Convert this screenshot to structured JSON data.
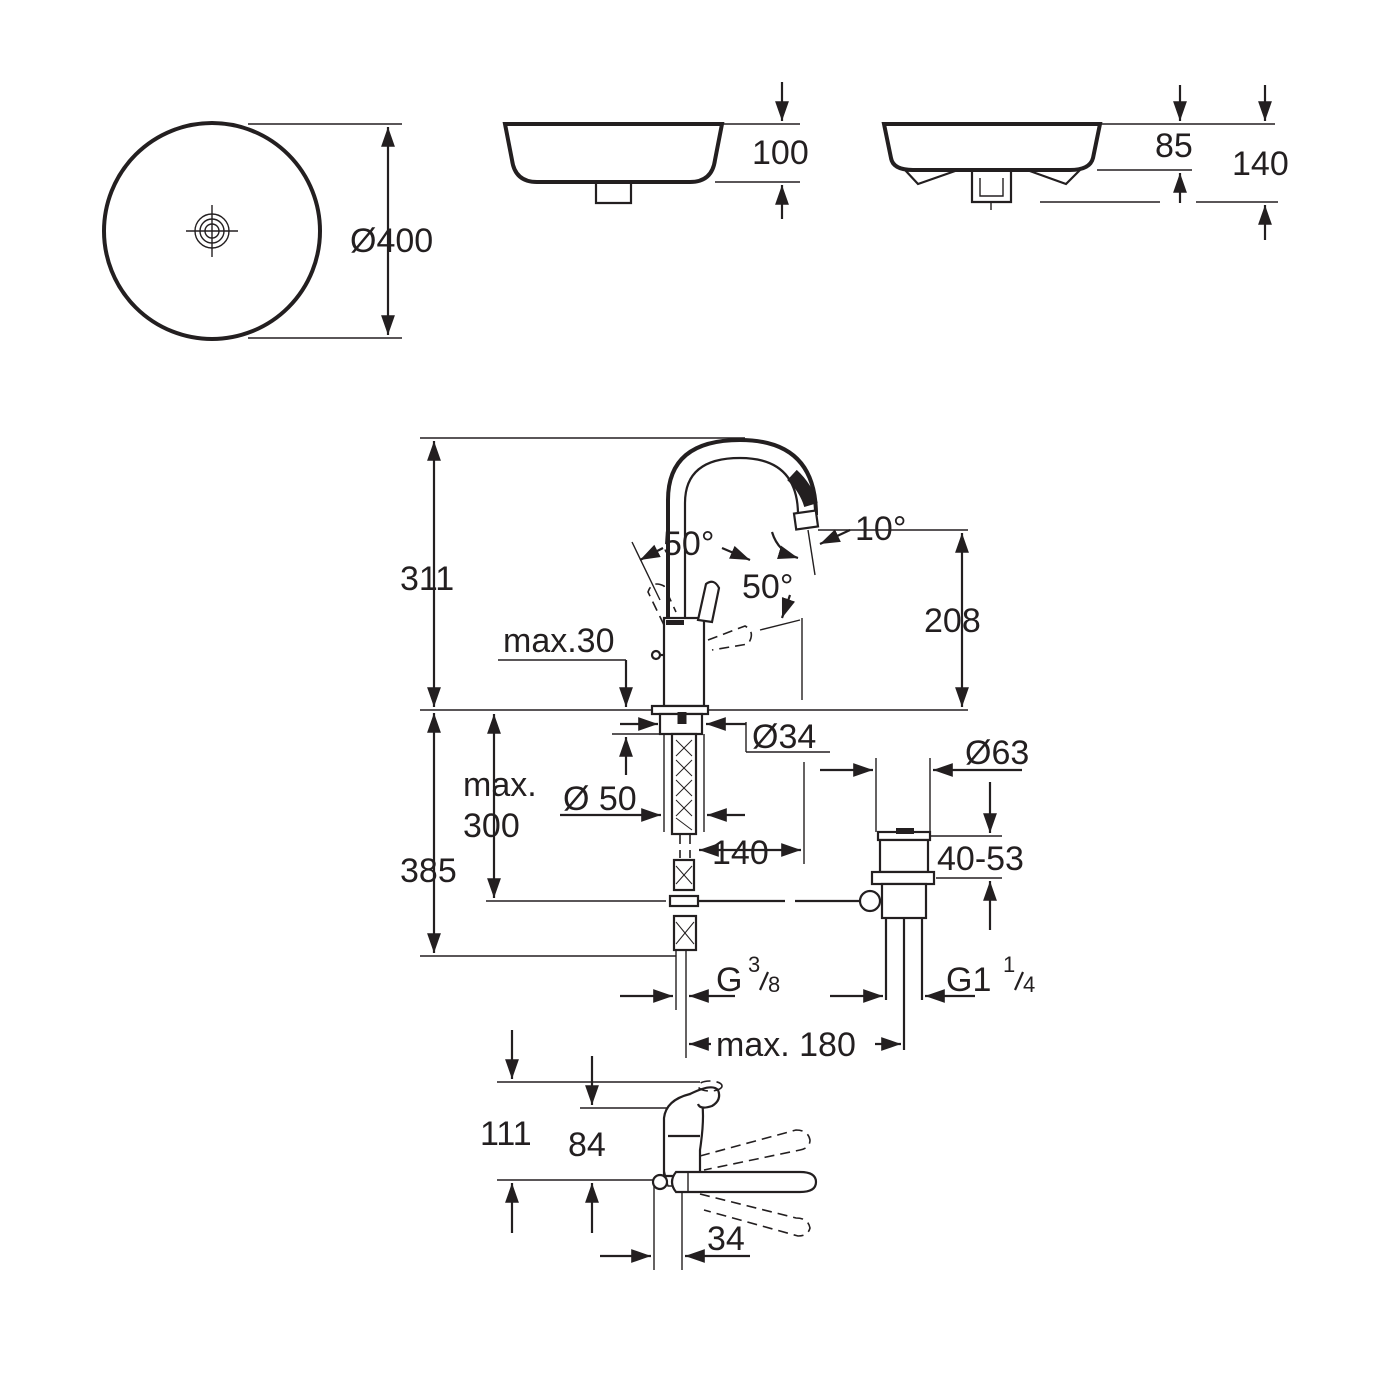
{
  "basin": {
    "diameter": "Ø400",
    "height_front": "100",
    "height_bowl": "85",
    "height_total": "140"
  },
  "tap": {
    "height_total": "311",
    "spout_angle": "10°",
    "lever_angle_left": "50°",
    "lever_angle_right": "50°",
    "spout_height": "208",
    "max_deck": "max.30",
    "hole_diameter": "Ø34",
    "waste_diameter": "Ø63",
    "max_below_line1": "max.",
    "max_below_line2": "300",
    "base_diameter": "Ø 50",
    "spout_reach": "140",
    "waste_range": "40-53",
    "below_height": "385",
    "connection_g": "G",
    "connection_g_num": "3",
    "connection_g_den": "8",
    "connection_g1": "G1",
    "connection_g1_num": "1",
    "connection_g1_den": "4",
    "max_180": "max. 180"
  },
  "lever_top": {
    "height_111": "111",
    "height_84": "84",
    "width_34": "34"
  }
}
